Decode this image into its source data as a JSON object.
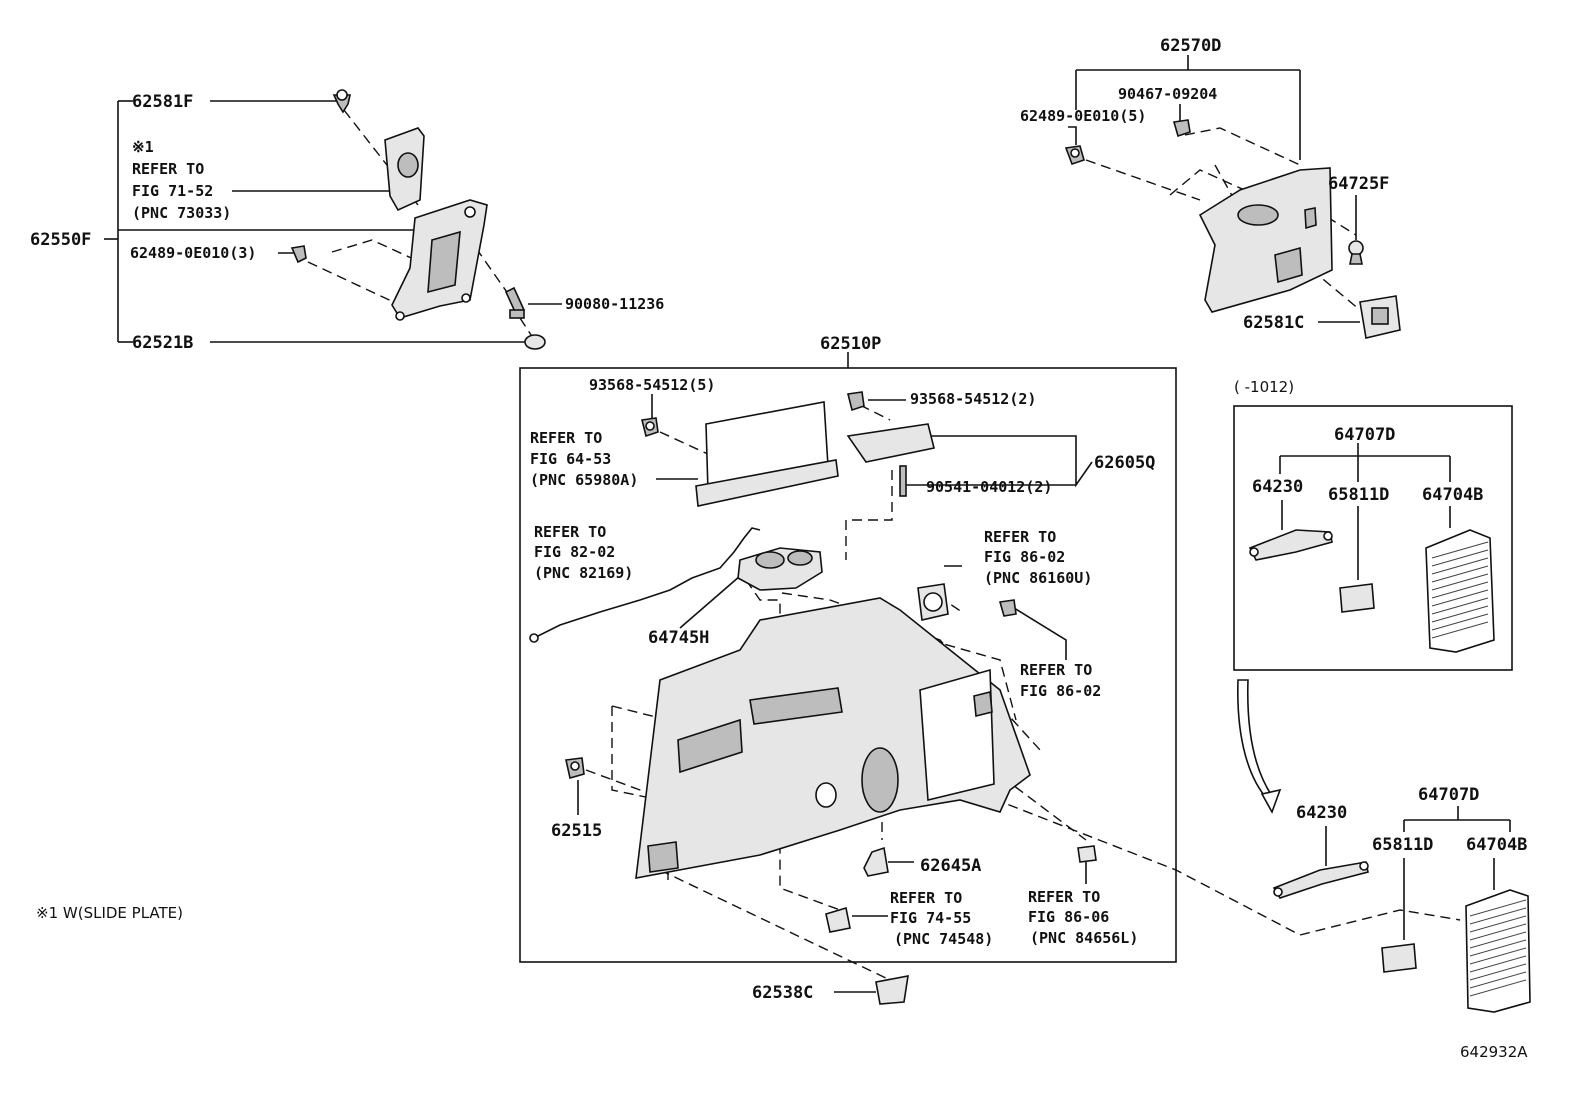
{
  "diagram_id": "642932A",
  "footnote": "※1 W(SLIDE PLATE)",
  "range_note": "(      -1012)",
  "group_top_left": {
    "assembly": "62550F",
    "clip": "62581F",
    "note_mark": "※1",
    "refer_line1": "REFER TO",
    "refer_line2": "FIG 71-52",
    "refer_line3": "(PNC 73033)",
    "clip_qty": "62489-0E010(3)",
    "screw": "90080-11236",
    "cover": "62521B"
  },
  "group_top_right": {
    "assembly": "62570D",
    "screw": "90467-09204",
    "clip_qty": "62489-0E010(5)",
    "hook": "64725F",
    "cover": "62581C"
  },
  "group_center": {
    "assembly": "62510P",
    "bolt_a": "93568-54512(5)",
    "refer_a1": "REFER TO",
    "refer_a2": "FIG 64-53",
    "refer_a3": "(PNC 65980A)",
    "bolt_b": "93568-54512(2)",
    "box": "62605Q",
    "screw_b": "90541-04012(2)",
    "refer_b1": "REFER TO",
    "refer_b2": "FIG 82-02",
    "refer_b3": "(PNC 82169)",
    "holder": "64745H",
    "refer_c1": "REFER TO",
    "refer_c2": "FIG 86-02",
    "refer_c3": "(PNC 86160U)",
    "refer_d1": "REFER TO",
    "refer_d2": "FIG 86-02",
    "clip": "62515",
    "cap": "62645A",
    "refer_e1": "REFER TO",
    "refer_e2": "FIG 74-55",
    "refer_e3": "(PNC 74548)",
    "refer_f1": "REFER TO",
    "refer_f2": "FIG 86-06",
    "refer_f3": "(PNC 84656L)",
    "bottom_cover": "62538C"
  },
  "group_vent_boxed": {
    "assembly": "64707D",
    "bracket": "64230",
    "seal": "65811D",
    "grille": "64704B"
  },
  "group_vent_lower": {
    "assembly": "64707D",
    "bracket": "64230",
    "seal": "65811D",
    "grille": "64704B"
  }
}
